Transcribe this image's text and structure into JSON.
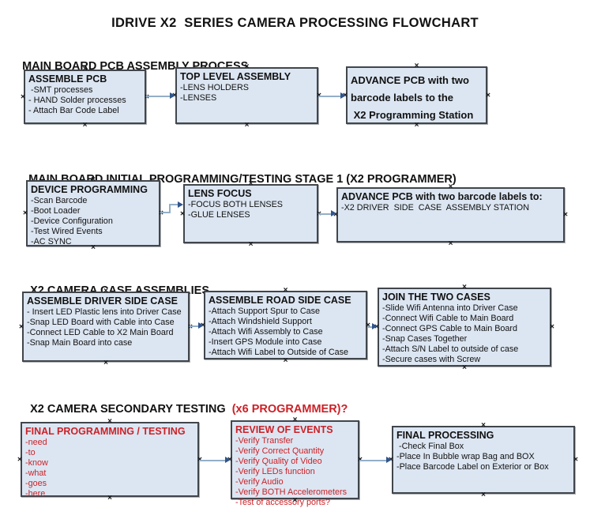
{
  "title": "IDRIVE X2  SERIES CAMERA PROCESSING FLOWCHART",
  "ui": {
    "anchor_mark": "×",
    "colors": {
      "background": "#ffffff",
      "box_fill": "#dce6f2",
      "box_border": "#41464c",
      "arrow_line": "#94afc7",
      "arrow_head": "#30548c",
      "red_text": "#cc2127",
      "black_text": "#111111"
    }
  },
  "sections": [
    {
      "header": "MAIN BOARD PCB ASSEMBLY PROCESS",
      "header_suffix": "",
      "boxes": [
        {
          "title": "ASSEMBLE PCB",
          "items": [
            " -SMT processes",
            "- HAND Solder processes",
            "- Attach Bar Code Label"
          ]
        },
        {
          "title": "TOP LEVEL ASSEMBLY",
          "items": [
            "-LENS HOLDERS",
            "-LENSES"
          ]
        },
        {
          "title": "ADVANCE PCB with two",
          "bold_lines": [
            "barcode labels to the",
            " X2 Programming Station"
          ],
          "items": []
        }
      ]
    },
    {
      "header": "MAIN BOARD INITIAL PROGRAMMING/TESTING STAGE 1 (X2 PROGRAMMER)",
      "header_suffix": "",
      "boxes": [
        {
          "title": "DEVICE PROGRAMMING",
          "items": [
            "-Scan Barcode",
            "-Boot Loader",
            "-Device Configuration",
            "-Test Wired Events",
            "-AC SYNC"
          ]
        },
        {
          "title": "LENS FOCUS",
          "items": [
            "-FOCUS BOTH LENSES",
            "-GLUE LENSES"
          ]
        },
        {
          "title": "ADVANCE PCB with two barcode labels to:",
          "items": [
            "-X2 DRIVER  SIDE  CASE  ASSEMBLY STATION"
          ]
        }
      ]
    },
    {
      "header": "X2 CAMERA CASE ASSEMBLIES",
      "header_suffix": "",
      "boxes": [
        {
          "title": "ASSEMBLE DRIVER SIDE CASE",
          "items": [
            "- Insert LED Plastic lens into Driver Case",
            "-Snap LED Board with Cable into Case",
            "-Connect LED Cable to X2 Main Board",
            "-Snap Main Board into case"
          ]
        },
        {
          "title": "ASSEMBLE ROAD SIDE CASE",
          "items": [
            "-Attach Support Spur to Case",
            "-Attach Windshield Support",
            "-Attach Wifi Assembly to Case",
            "-Insert GPS Module into Case",
            "-Attach Wifi Label to Outside of Case"
          ]
        },
        {
          "title": "JOIN THE TWO CASES",
          "items": [
            "-Slide Wifi Antenna into Driver Case",
            "-Connect Wifi Cable to Main Board",
            "-Connect GPS Cable to Main Board",
            "-Snap Cases Together",
            "-Attach S/N Label to outside of case",
            "-Secure cases with Screw"
          ]
        }
      ]
    },
    {
      "header": "X2 CAMERA SECONDARY TESTING ",
      "header_suffix": " (x6 PROGRAMMER)?",
      "boxes": [
        {
          "title": "FINAL PROGRAMMING / TESTING",
          "items": [
            "-need",
            "-to",
            "-know",
            "-what",
            "-goes",
            "-here"
          ]
        },
        {
          "title": "REVIEW OF EVENTS",
          "items": [
            "-Verify Transfer",
            "-Verify Correct Quantity",
            "-Verify Quality of Video",
            "-Verify LEDs function",
            "-Verify Audio",
            "-Verify BOTH Accelerometers",
            "-Test of accessory ports?"
          ]
        },
        {
          "title": "FINAL PROCESSING",
          "items": [
            " -Check Final Box",
            "-Place In Bubble wrap Bag and BOX",
            "-Place Barcode Label on Exterior or Box"
          ]
        }
      ]
    }
  ]
}
